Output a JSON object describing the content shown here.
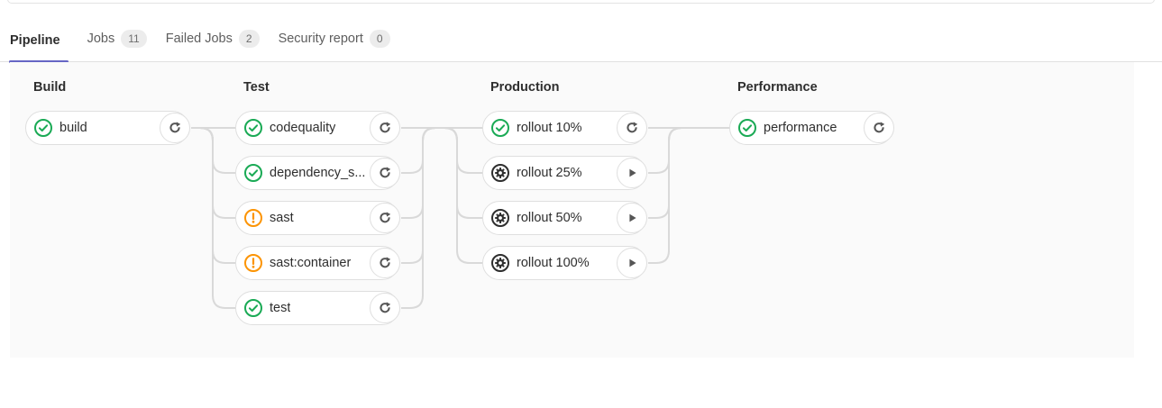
{
  "tabs": [
    {
      "label": "Pipeline",
      "active": true
    },
    {
      "label": "Jobs",
      "badge": "11",
      "active": false
    },
    {
      "label": "Failed Jobs",
      "badge": "2",
      "active": false
    },
    {
      "label": "Security report",
      "badge": "0",
      "active": false
    }
  ],
  "pipeline": {
    "stages": [
      {
        "name": "Build",
        "jobs": [
          {
            "label": "build",
            "status": "success",
            "action": "retry"
          }
        ]
      },
      {
        "name": "Test",
        "jobs": [
          {
            "label": "codequality",
            "status": "success",
            "action": "retry"
          },
          {
            "label": "dependency_s...",
            "status": "success",
            "action": "retry"
          },
          {
            "label": "sast",
            "status": "warning",
            "action": "retry"
          },
          {
            "label": "sast:container",
            "status": "warning",
            "action": "retry"
          },
          {
            "label": "test",
            "status": "success",
            "action": "retry"
          }
        ]
      },
      {
        "name": "Production",
        "jobs": [
          {
            "label": "rollout 10%",
            "status": "success",
            "action": "retry"
          },
          {
            "label": "rollout 25%",
            "status": "manual",
            "action": "play"
          },
          {
            "label": "rollout 50%",
            "status": "manual",
            "action": "play"
          },
          {
            "label": "rollout 100%",
            "status": "manual",
            "action": "play"
          }
        ]
      },
      {
        "name": "Performance",
        "jobs": [
          {
            "label": "performance",
            "status": "success",
            "action": "retry"
          }
        ]
      }
    ]
  },
  "icons": {
    "success": "check-circle-icon",
    "warning": "exclamation-circle-icon",
    "manual": "gear-circle-icon",
    "retry": "retry-icon",
    "play": "play-icon"
  },
  "colors": {
    "success_green": "#1aaa55",
    "warning_orange": "#fc9403",
    "manual_dark": "#2e2e2e",
    "active_tab_underline": "#6666c4",
    "graph_background": "#fafafa",
    "connector_gray": "#d9d9d9"
  }
}
